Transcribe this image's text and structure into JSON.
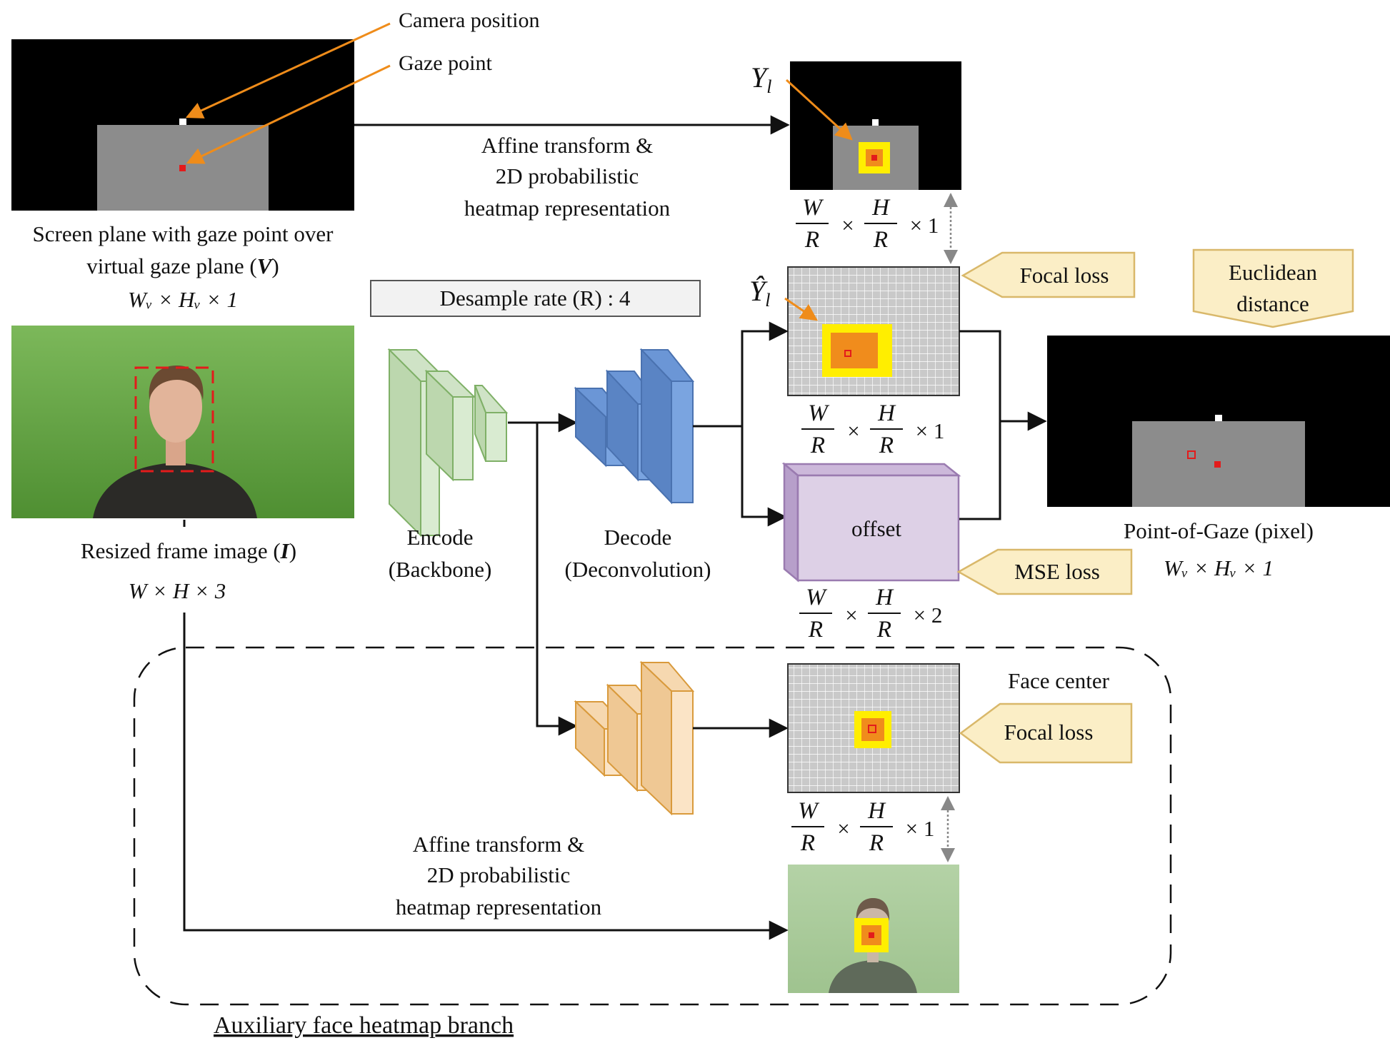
{
  "annotations": {
    "camera_position": "Camera position",
    "gaze_point": "Gaze point"
  },
  "screen_plane": {
    "caption_line1": "Screen plane with gaze point over",
    "caption_line2_prefix": "virtual gaze plane (",
    "caption_line2_symbol": "V",
    "caption_line2_suffix": ")",
    "dims": "Wᵥ × Hᵥ × 1"
  },
  "frame_image": {
    "caption_prefix": "Resized frame image (",
    "caption_symbol": "I",
    "caption_suffix": ")",
    "dims": "W × H × 3"
  },
  "top_transform": {
    "line1": "Affine transform &",
    "line2": "2D probabilistic",
    "line3": "heatmap representation"
  },
  "bottom_transform": {
    "line1": "Affine transform &",
    "line2": "2D probabilistic",
    "line3": "heatmap representation"
  },
  "desample_rate": "Desample rate (R) : 4",
  "encoder": {
    "line1": "Encode",
    "line2": "(Backbone)"
  },
  "decoder": {
    "line1": "Decode",
    "line2": "(Deconvolution)"
  },
  "heatmap_gt_symbol": "Y",
  "heatmap_gt_subscript": "l",
  "heatmap_pred_symbol": "Ŷ",
  "heatmap_pred_subscript": "l",
  "fraction": {
    "num_w": "W",
    "num_h": "H",
    "den": "R",
    "times": "×"
  },
  "dims_suffix_1": "× 1",
  "dims_suffix_2": "× 2",
  "offset_label": "offset",
  "losses": {
    "focal_top": "Focal loss",
    "mse": "MSE loss",
    "focal_face": "Focal loss",
    "euclid_line1": "Euclidean",
    "euclid_line2": "distance"
  },
  "face_center": "Face center",
  "output": {
    "caption": "Point-of-Gaze (pixel)",
    "dims": "Wᵥ × Hᵥ × 1"
  },
  "aux_branch_title": "Auxiliary face heatmap branch",
  "colors": {
    "arrow_orange": "#ef8c1a",
    "encoder_green": "#cfe3c6",
    "decoder_blue": "#6b96d6",
    "aux_orange": "#f6d8b0",
    "offset_purple": "#ddd0e6",
    "loss_fill": "#fbeec6",
    "loss_stroke": "#d9b86a",
    "heat_yellow": "#ffee00",
    "heat_orange": "#f08c1c",
    "gaze_red": "#e31b1b",
    "green_screen": "#63a542"
  }
}
